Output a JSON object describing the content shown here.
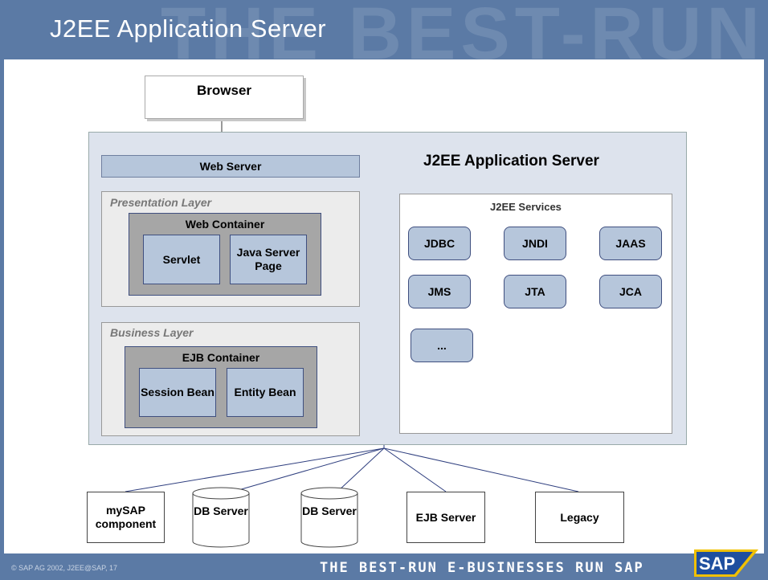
{
  "header": {
    "title": "J2EE Application Server",
    "watermark": "THE BEST-RUN E-BUSINESSES"
  },
  "diagram": {
    "browser": "Browser",
    "app_server": {
      "title": "J2EE Application Server",
      "web_server": "Web Server"
    },
    "presentation_layer": {
      "title": "Presentation Layer",
      "container": "Web Container",
      "components": [
        "Servlet",
        "Java Server Page"
      ]
    },
    "business_layer": {
      "title": "Business Layer",
      "container": "EJB Container",
      "components": [
        "Session Bean",
        "Entity Bean"
      ]
    },
    "services": {
      "title": "J2EE Services",
      "items": [
        "JDBC",
        "JNDI",
        "JAAS",
        "JMS",
        "JTA",
        "JCA",
        "..."
      ]
    },
    "backends": [
      "mySAP component",
      "DB Server",
      "DB Server",
      "EJB Server",
      "Legacy"
    ]
  },
  "footer": {
    "copyright": "© SAP AG 2002, J2EE@SAP, 17",
    "slogan": "THE BEST-RUN E-BUSINESSES RUN SAP",
    "logo": "SAP"
  },
  "colors": {
    "frame": "#5b7aa5",
    "app_server_bg": "#dde3ed",
    "component_fill": "#b6c6db",
    "container_fill": "#a6a6a6",
    "arrow": "#2f3f7f",
    "logo_gold": "#f0c000"
  }
}
